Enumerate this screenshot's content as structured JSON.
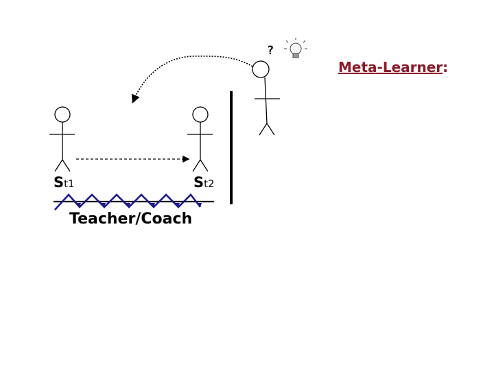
{
  "title": {
    "main": "Meta-Learner",
    "colon": ":"
  },
  "question_mark": "?",
  "student1": {
    "prefix": "S",
    "suffix": "t1"
  },
  "student2": {
    "prefix": "S",
    "suffix": "t2"
  },
  "coach_label": "Teacher/Coach",
  "colors": {
    "title": "#8b1a2b",
    "zigzag": "#1a1a8c",
    "stroke": "#000000"
  },
  "icons": {
    "idea": "lightbulb-icon"
  }
}
